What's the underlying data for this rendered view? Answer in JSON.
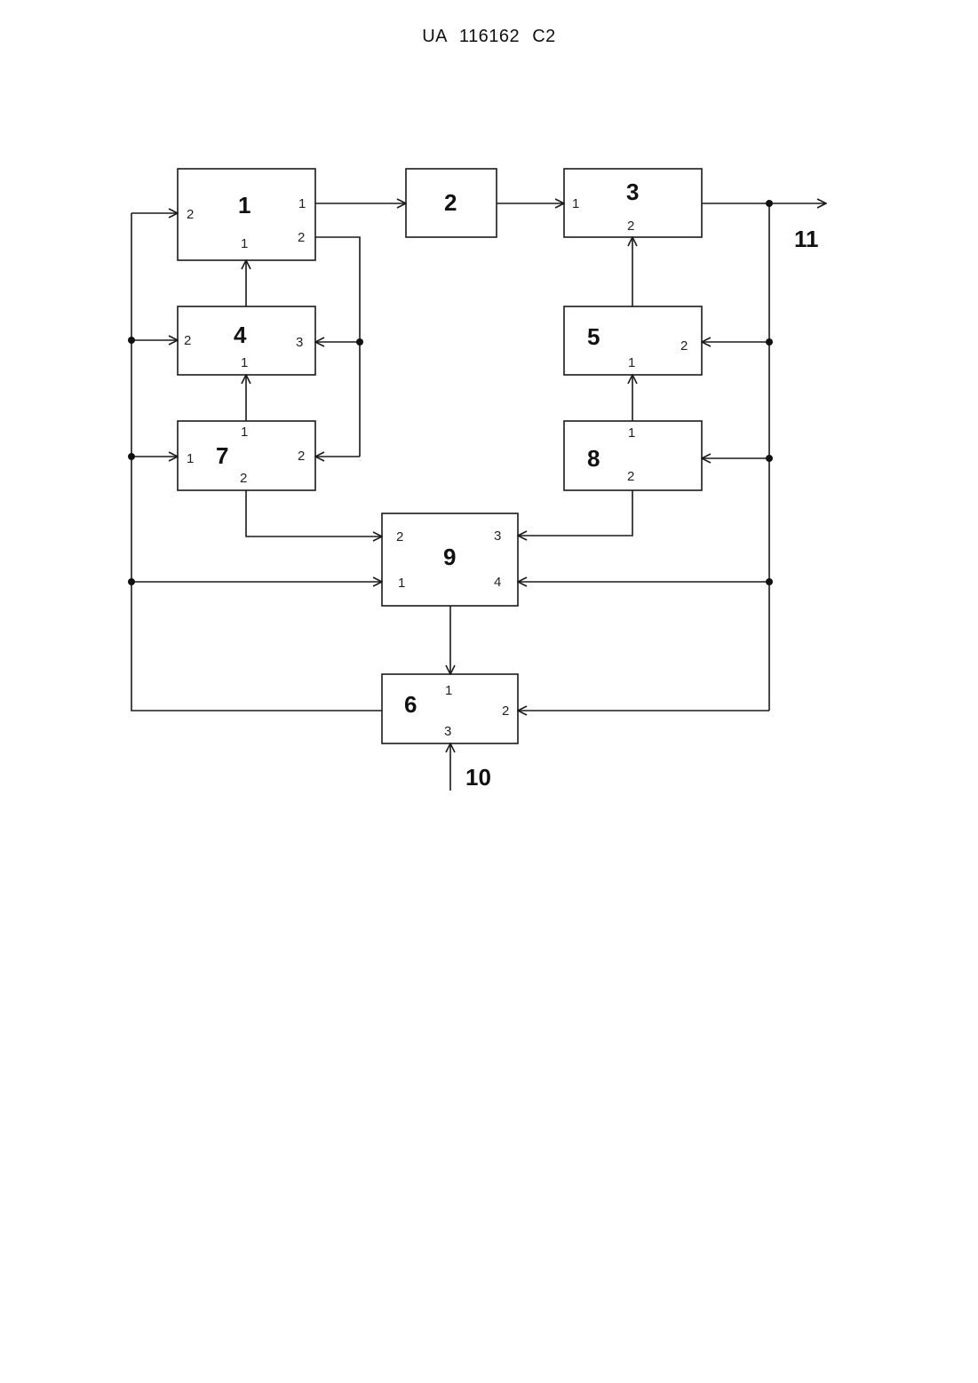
{
  "document": {
    "header": "UA 116162 C2"
  },
  "diagram": {
    "blocks": {
      "b1": {
        "label": "1",
        "ports": {
          "in2": "2",
          "out1": "1",
          "out2": "2",
          "in1": "1"
        }
      },
      "b2": {
        "label": "2"
      },
      "b3": {
        "label": "3",
        "ports": {
          "in1": "1",
          "in2": "2"
        }
      },
      "b4": {
        "label": "4",
        "ports": {
          "in2": "2",
          "in3": "3",
          "in1": "1"
        }
      },
      "b5": {
        "label": "5",
        "ports": {
          "in2": "2",
          "in1": "1"
        }
      },
      "b7": {
        "label": "7",
        "ports": {
          "in1": "1",
          "out1": "1",
          "in2": "2",
          "out2": "2"
        }
      },
      "b8": {
        "label": "8",
        "ports": {
          "out1": "1",
          "out2": "2"
        }
      },
      "b9": {
        "label": "9",
        "ports": {
          "in2": "2",
          "in3": "3",
          "in1": "1",
          "in4": "4"
        }
      },
      "b6": {
        "label": "6",
        "ports": {
          "in1": "1",
          "in2": "2",
          "in3": "3"
        }
      }
    },
    "terminals": {
      "input": "10",
      "output": "11"
    }
  }
}
